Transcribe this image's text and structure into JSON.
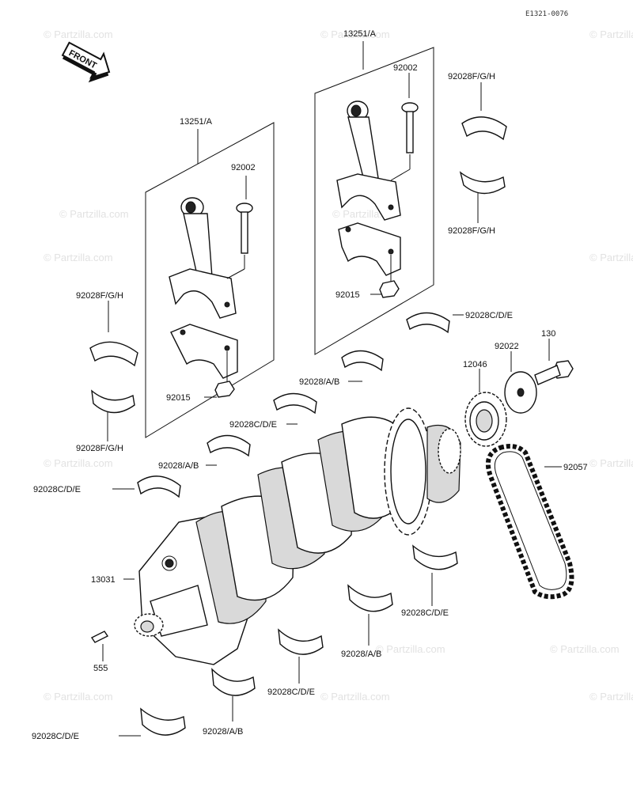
{
  "diagram_code": "E1321-0076",
  "front_label": "FRONT",
  "watermark": "© Partzilla.com",
  "parts": {
    "conrod_left": "13251/A",
    "conrod_right": "13251/A",
    "bolt_left": "92002",
    "bolt_right": "92002",
    "nut_left": "92015",
    "nut_right": "92015",
    "bearing_fgh_upper_right": "92028F/G/H",
    "bearing_fgh_lower_right": "92028F/G/H",
    "bearing_fgh_upper_left": "92028F/G/H",
    "bearing_fgh_lower_left": "92028F/G/H",
    "bearing_cde_1": "92028C/D/E",
    "bearing_ab_1": "92028/A/B",
    "bearing_cde_2": "92028C/D/E",
    "bearing_ab_2": "92028/A/B",
    "bearing_cde_3": "92028C/D/E",
    "washer": "92022",
    "bolt_130": "130",
    "sprocket": "12046",
    "chain": "92057",
    "crankshaft": "13031",
    "pin": "555",
    "bearing_cde_4": "92028C/D/E",
    "bearing_ab_3": "92028/A/B",
    "bearing_cde_5": "92028C/D/E",
    "bearing_ab_4": "92028/A/B",
    "bearing_cde_6": "92028C/D/E"
  }
}
